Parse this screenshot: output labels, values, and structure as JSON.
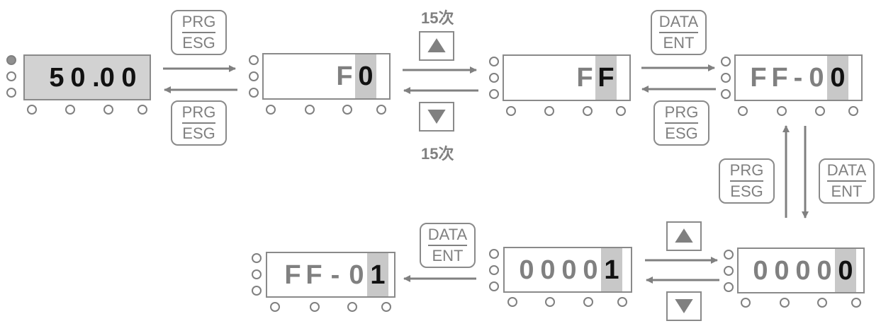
{
  "keys": {
    "prg_esg": {
      "top": "PRG",
      "bottom": "ESG"
    },
    "data_ent": {
      "top": "DATA",
      "bottom": "ENT"
    }
  },
  "notes": {
    "repeat_up": "15次",
    "repeat_down": "15次"
  },
  "displays": {
    "d1": [
      "5",
      "0",
      ".0",
      "0"
    ],
    "d2": [
      "F",
      "0"
    ],
    "d3": [
      "F",
      "F"
    ],
    "d4": [
      "F",
      "F",
      "-",
      "0",
      "0"
    ],
    "d5": [
      "0",
      "0",
      "0",
      "0",
      "0"
    ],
    "d6": [
      "0",
      "0",
      "0",
      "0",
      "1"
    ],
    "d7": [
      "F",
      "F",
      "-",
      "0",
      "1"
    ]
  },
  "icons": {
    "up": "triangle-up-icon",
    "down": "triangle-down-icon"
  },
  "colors": {
    "stroke": "#808080",
    "highlight": "#c8c8c8",
    "active_text": "#111111"
  }
}
